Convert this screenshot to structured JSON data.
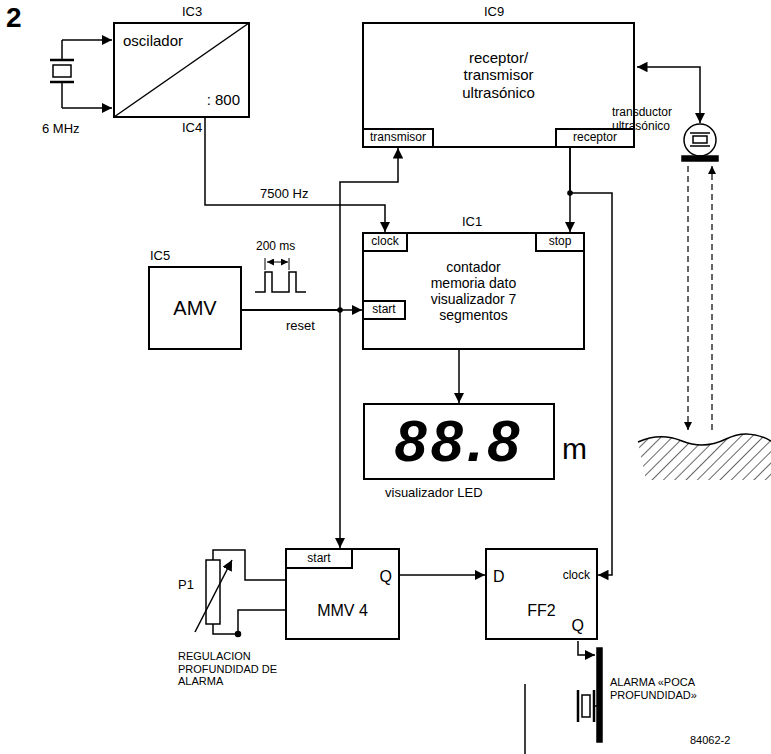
{
  "diagram": {
    "nodes": [
      {
        "text": [
          "oscilador",
          ": 800"
        ]
      },
      {
        "text": [
          "receptor/ transmisor ultrasónico"
        ]
      },
      {
        "text": [
          "transmisor"
        ],
        "in": 1
      },
      {
        "text": [
          "receptor"
        ],
        "in": 1
      },
      {
        "text": [
          "contador memoria dato visualizador 7 segmentos"
        ]
      },
      {
        "text": [
          "clock"
        ],
        "in": 4
      },
      {
        "text": [
          "start"
        ],
        "in": 4
      },
      {
        "text": [
          "stop"
        ],
        "in": 4
      },
      {
        "text": [
          "AMV"
        ]
      },
      {
        "text": [
          "88.8"
        ]
      },
      {
        "text": [
          "MMV 4",
          "Q"
        ]
      },
      {
        "text": [
          "start"
        ],
        "in": 10
      },
      {
        "text": [
          "FF2",
          "D",
          "clock",
          "Q"
        ]
      }
    ],
    "edges": [
      {
        "from": 0,
        "to": 5,
        "arrow": "to",
        "label": "7500 Hz"
      },
      {
        "from": 8,
        "to": 6,
        "arrow": "to",
        "label": "reset"
      },
      {
        "from": 8,
        "to": 2,
        "arrow": "to"
      },
      {
        "from": 8,
        "to": 11,
        "arrow": "to"
      },
      {
        "from": 3,
        "to": 7,
        "arrow": "to"
      },
      {
        "from": 3,
        "to": 12,
        "arrow": "to"
      },
      {
        "from": 4,
        "to": 9,
        "arrow": "to"
      },
      {
        "from": 10,
        "to": 12,
        "arrow": "to"
      }
    ],
    "labels": [
      "2",
      "IC3",
      "IC4",
      "6 MHz",
      "IC9",
      "transductor ultrasónico",
      "IC1",
      "IC5",
      "200 ms",
      "m",
      "visualizador LED",
      "P1",
      "REGULACION PROFUNDIDAD DE ALARMA",
      "ALARMA «POCA PROFUNDIDAD»",
      "84062-2"
    ]
  }
}
